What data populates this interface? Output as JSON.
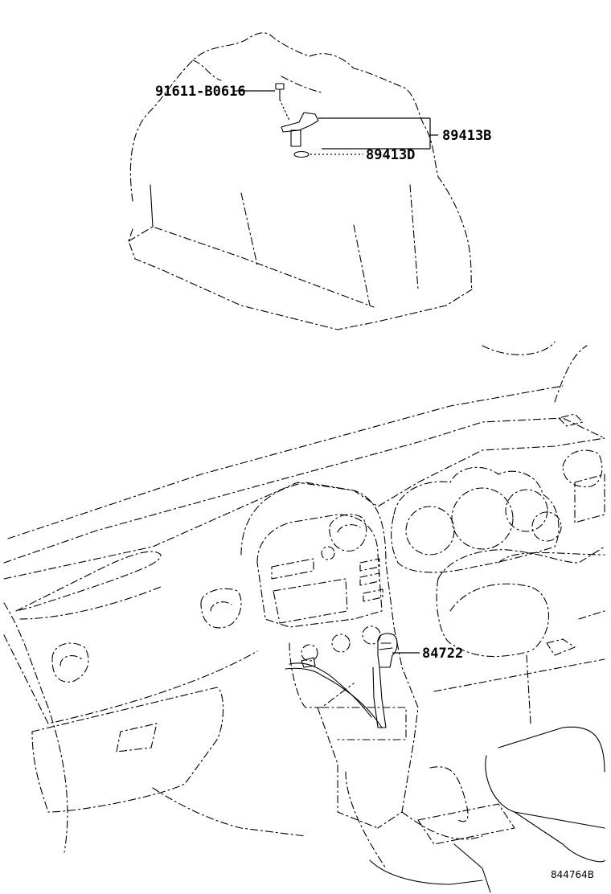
{
  "labels": {
    "bolt": "91611-B0616",
    "sensor": "89413B",
    "gasket": "89413D",
    "shifter": "84722"
  },
  "figure_id": "844764B"
}
